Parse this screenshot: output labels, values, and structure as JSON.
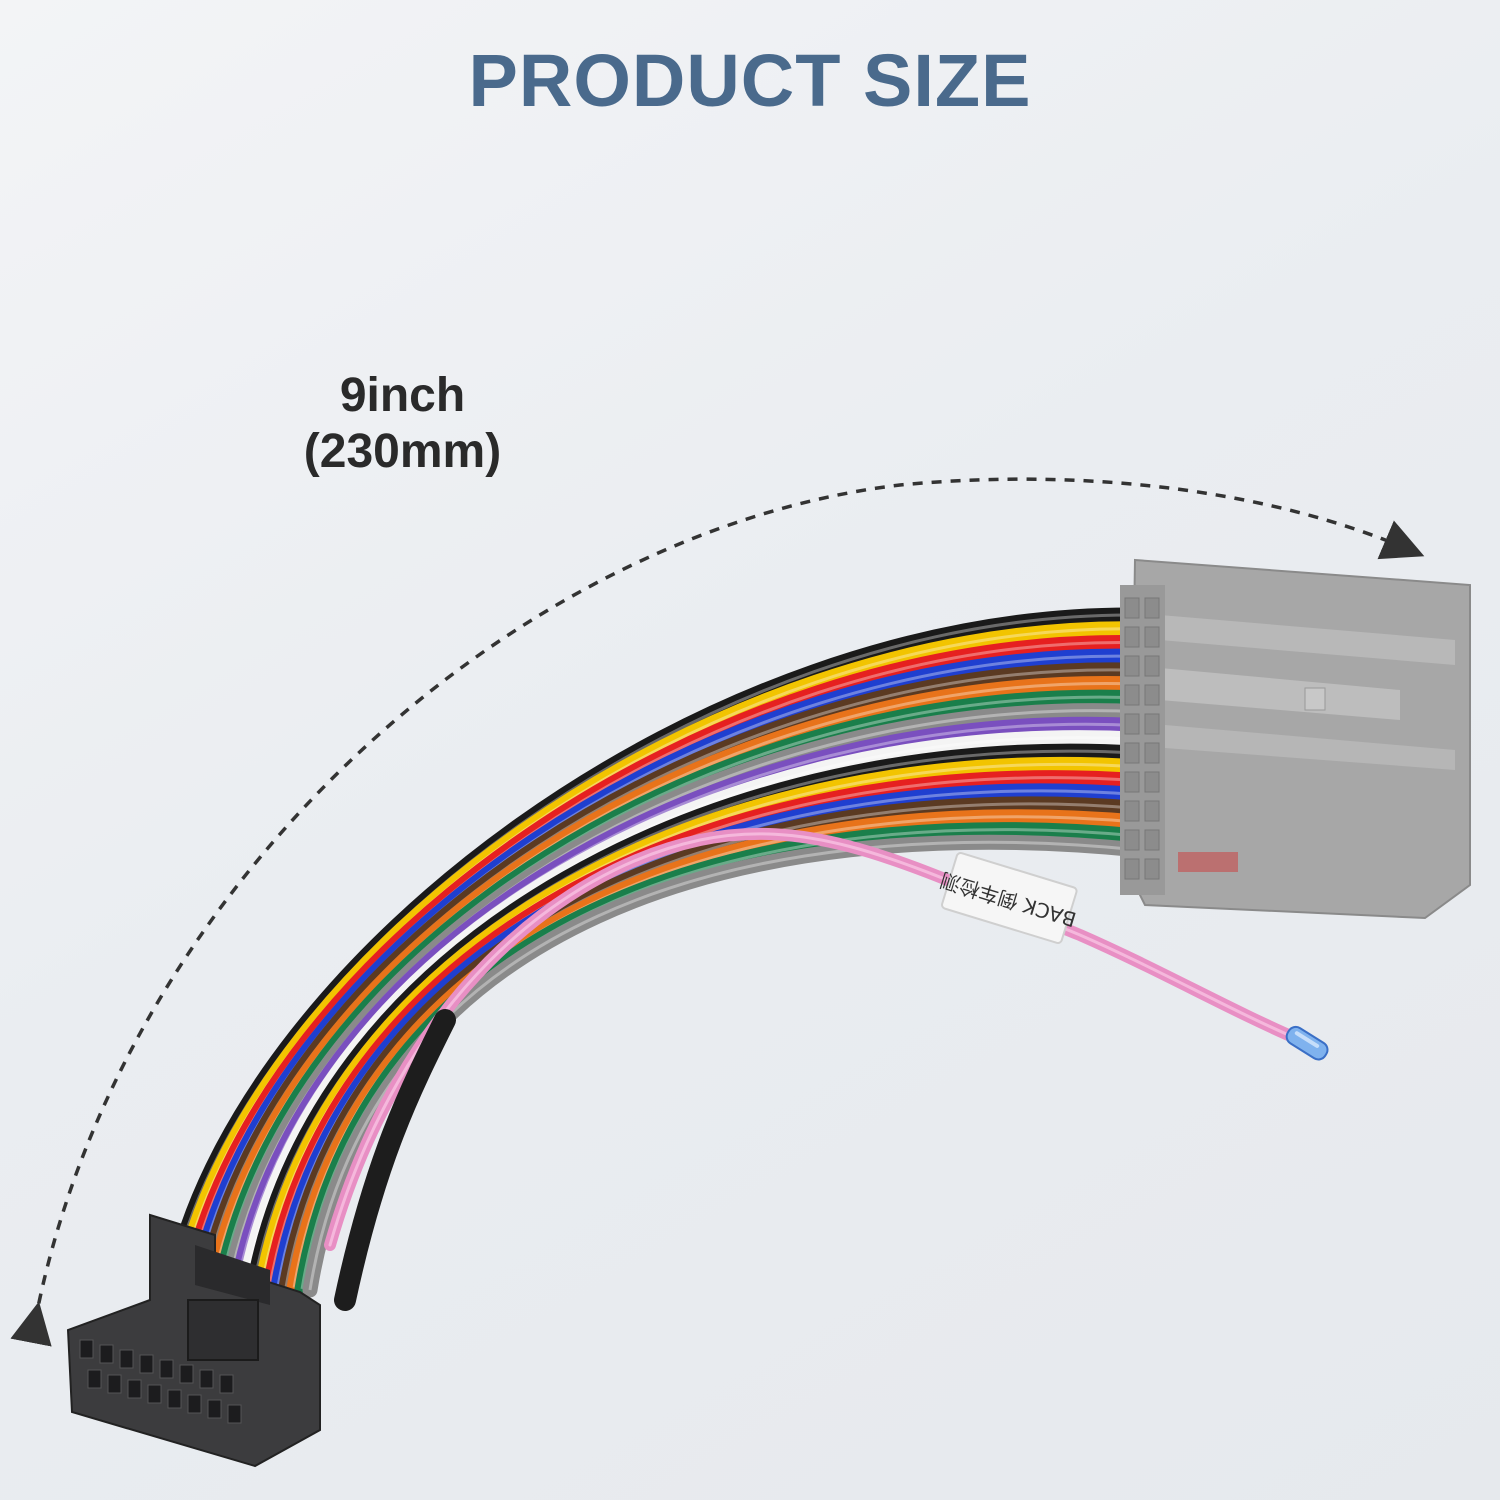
{
  "header": {
    "title": "PRODUCT SIZE"
  },
  "measurement": {
    "inch_label": "9inch",
    "mm_label": "(230mm)"
  },
  "label_tag": {
    "text": "BACK 倒车检测"
  },
  "colors": {
    "title": "#4a6a8c",
    "dimension_arrow": "#333333",
    "plug_grey": "#a7a7a7",
    "plug_dark": "#3c3c3e",
    "pink_wire": "#e88fc4",
    "wire_colors": [
      "#1a1a1a",
      "#f2c400",
      "#e62020",
      "#1f3fd0",
      "#5b3a22",
      "#e8731a",
      "#1a7f4b",
      "#8a8a8a",
      "#7a4fbf",
      "#ffffff"
    ]
  },
  "icons": [
    "dimension-arrow-icon",
    "iso-connector-icon",
    "vehicle-plug-icon"
  ]
}
